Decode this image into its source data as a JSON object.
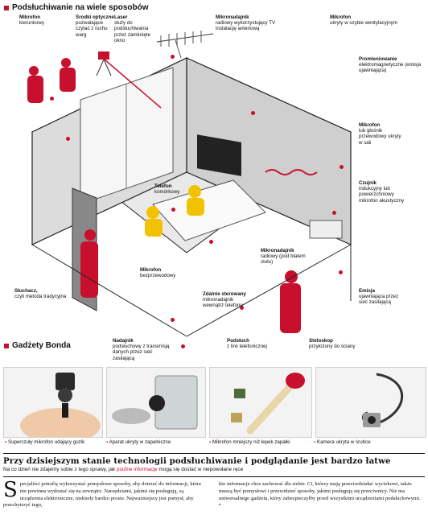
{
  "section1": {
    "title": "Podsłuchiwanie na wiele sposobów"
  },
  "labels": {
    "mik_kier": {
      "title": "Mikrofon",
      "text": "kierunkowy"
    },
    "srodki": {
      "title": "Środki optyczne",
      "text": "pozwalające czytać z ruchu warg"
    },
    "laser": {
      "title": "Laser",
      "text": "służy do podsłuchiwania przez zamknięte okno"
    },
    "mikronad_tv": {
      "title": "Mikronadajnik",
      "text": "radiowy wykorzystujący TV instalację antenową"
    },
    "mik_wentyl": {
      "title": "Mikrofon",
      "text": "ukryty w szybie wentylacyjnym"
    },
    "prom": {
      "title": "Promieniowanie",
      "text": "elektromagnetyczne (emisja ujawniająca)"
    },
    "mik_glosnik": {
      "title": "Mikrofon",
      "text": "lub głośnik przewodowy ukryty w sali"
    },
    "czujnik": {
      "title": "Czujnik",
      "text": "indukcyjny lub powierzchniowy mikrofon akustyczny"
    },
    "telefon": {
      "title": "Telefon",
      "text": "komórkowy"
    },
    "mik_bezprz": {
      "title": "Mikrofon",
      "text": "bezprzewodowy"
    },
    "mikronad_stol": {
      "title": "Mikronadajnik",
      "text": "radiowy (pod blatem stołu)"
    },
    "zdalnie": {
      "title": "Zdalnie sterowany",
      "text": "mikronadajnik wewnątrz telefonu"
    },
    "emisja": {
      "title": "Emisja",
      "text": "ujawniająca przez sieć zasilającą"
    },
    "sluchacz": {
      "title": "Słuchacz,",
      "text": "czyli metoda tradycyjna"
    },
    "nadajnik": {
      "title": "Nadajnik",
      "text": "podsłuchowy z transmisją danych przez sieć zasilającą"
    },
    "podsluch": {
      "title": "Podsłuch",
      "text": "z linii telefonicznej"
    },
    "stetoskop": {
      "title": "Stetoskop",
      "text": "przyłożony do ściany"
    }
  },
  "section2": {
    "title": "Gadżety Bonda"
  },
  "gallery": [
    {
      "caption": "Superczuły mikrofon udający guzik"
    },
    {
      "caption": "Aparat ukryty w zapalniczce"
    },
    {
      "caption": "Mikrofon mniejszy niż łepek zapałki"
    },
    {
      "caption": "Kamera ukryta w śrubce"
    }
  ],
  "article": {
    "headline": "Przy dzisiejszym stanie technologii podsłuchiwanie i podglądanie jest bardzo łatwe",
    "sub_before": "Na co dzień nie zdajemy sobie z tego sprawy, jak ",
    "sub_highlight": "poufne informacje",
    "sub_after": " mogą się dostać w niepowołane ręce",
    "dropcap": "S",
    "col1": "pecjaliści potrafią wykorzystać pomysłowe sposoby, aby dotrzeć do informacji, która nie powinna wydostać się na zewnątrz. Narzędziami, jakimi się posługują, są urządzenia elektroniczne, niekiedy bardzo proste. Najważniejszy jest pomysł, aby przechytrzyć tego,",
    "col2": "kto informacje chce zachować dla siebie. Ci, którzy mają przeciwdziałać wyciekowi, także muszą być pomysłowi i przewidzieć sposoby, jakimi posługują się przeciwnicy. Nie ma uniwersalnego gadżetu, który zabezpieczyłby przed wszystkimi urządzeniami podsłuchowymi."
  },
  "colors": {
    "accent": "#c8102e"
  }
}
